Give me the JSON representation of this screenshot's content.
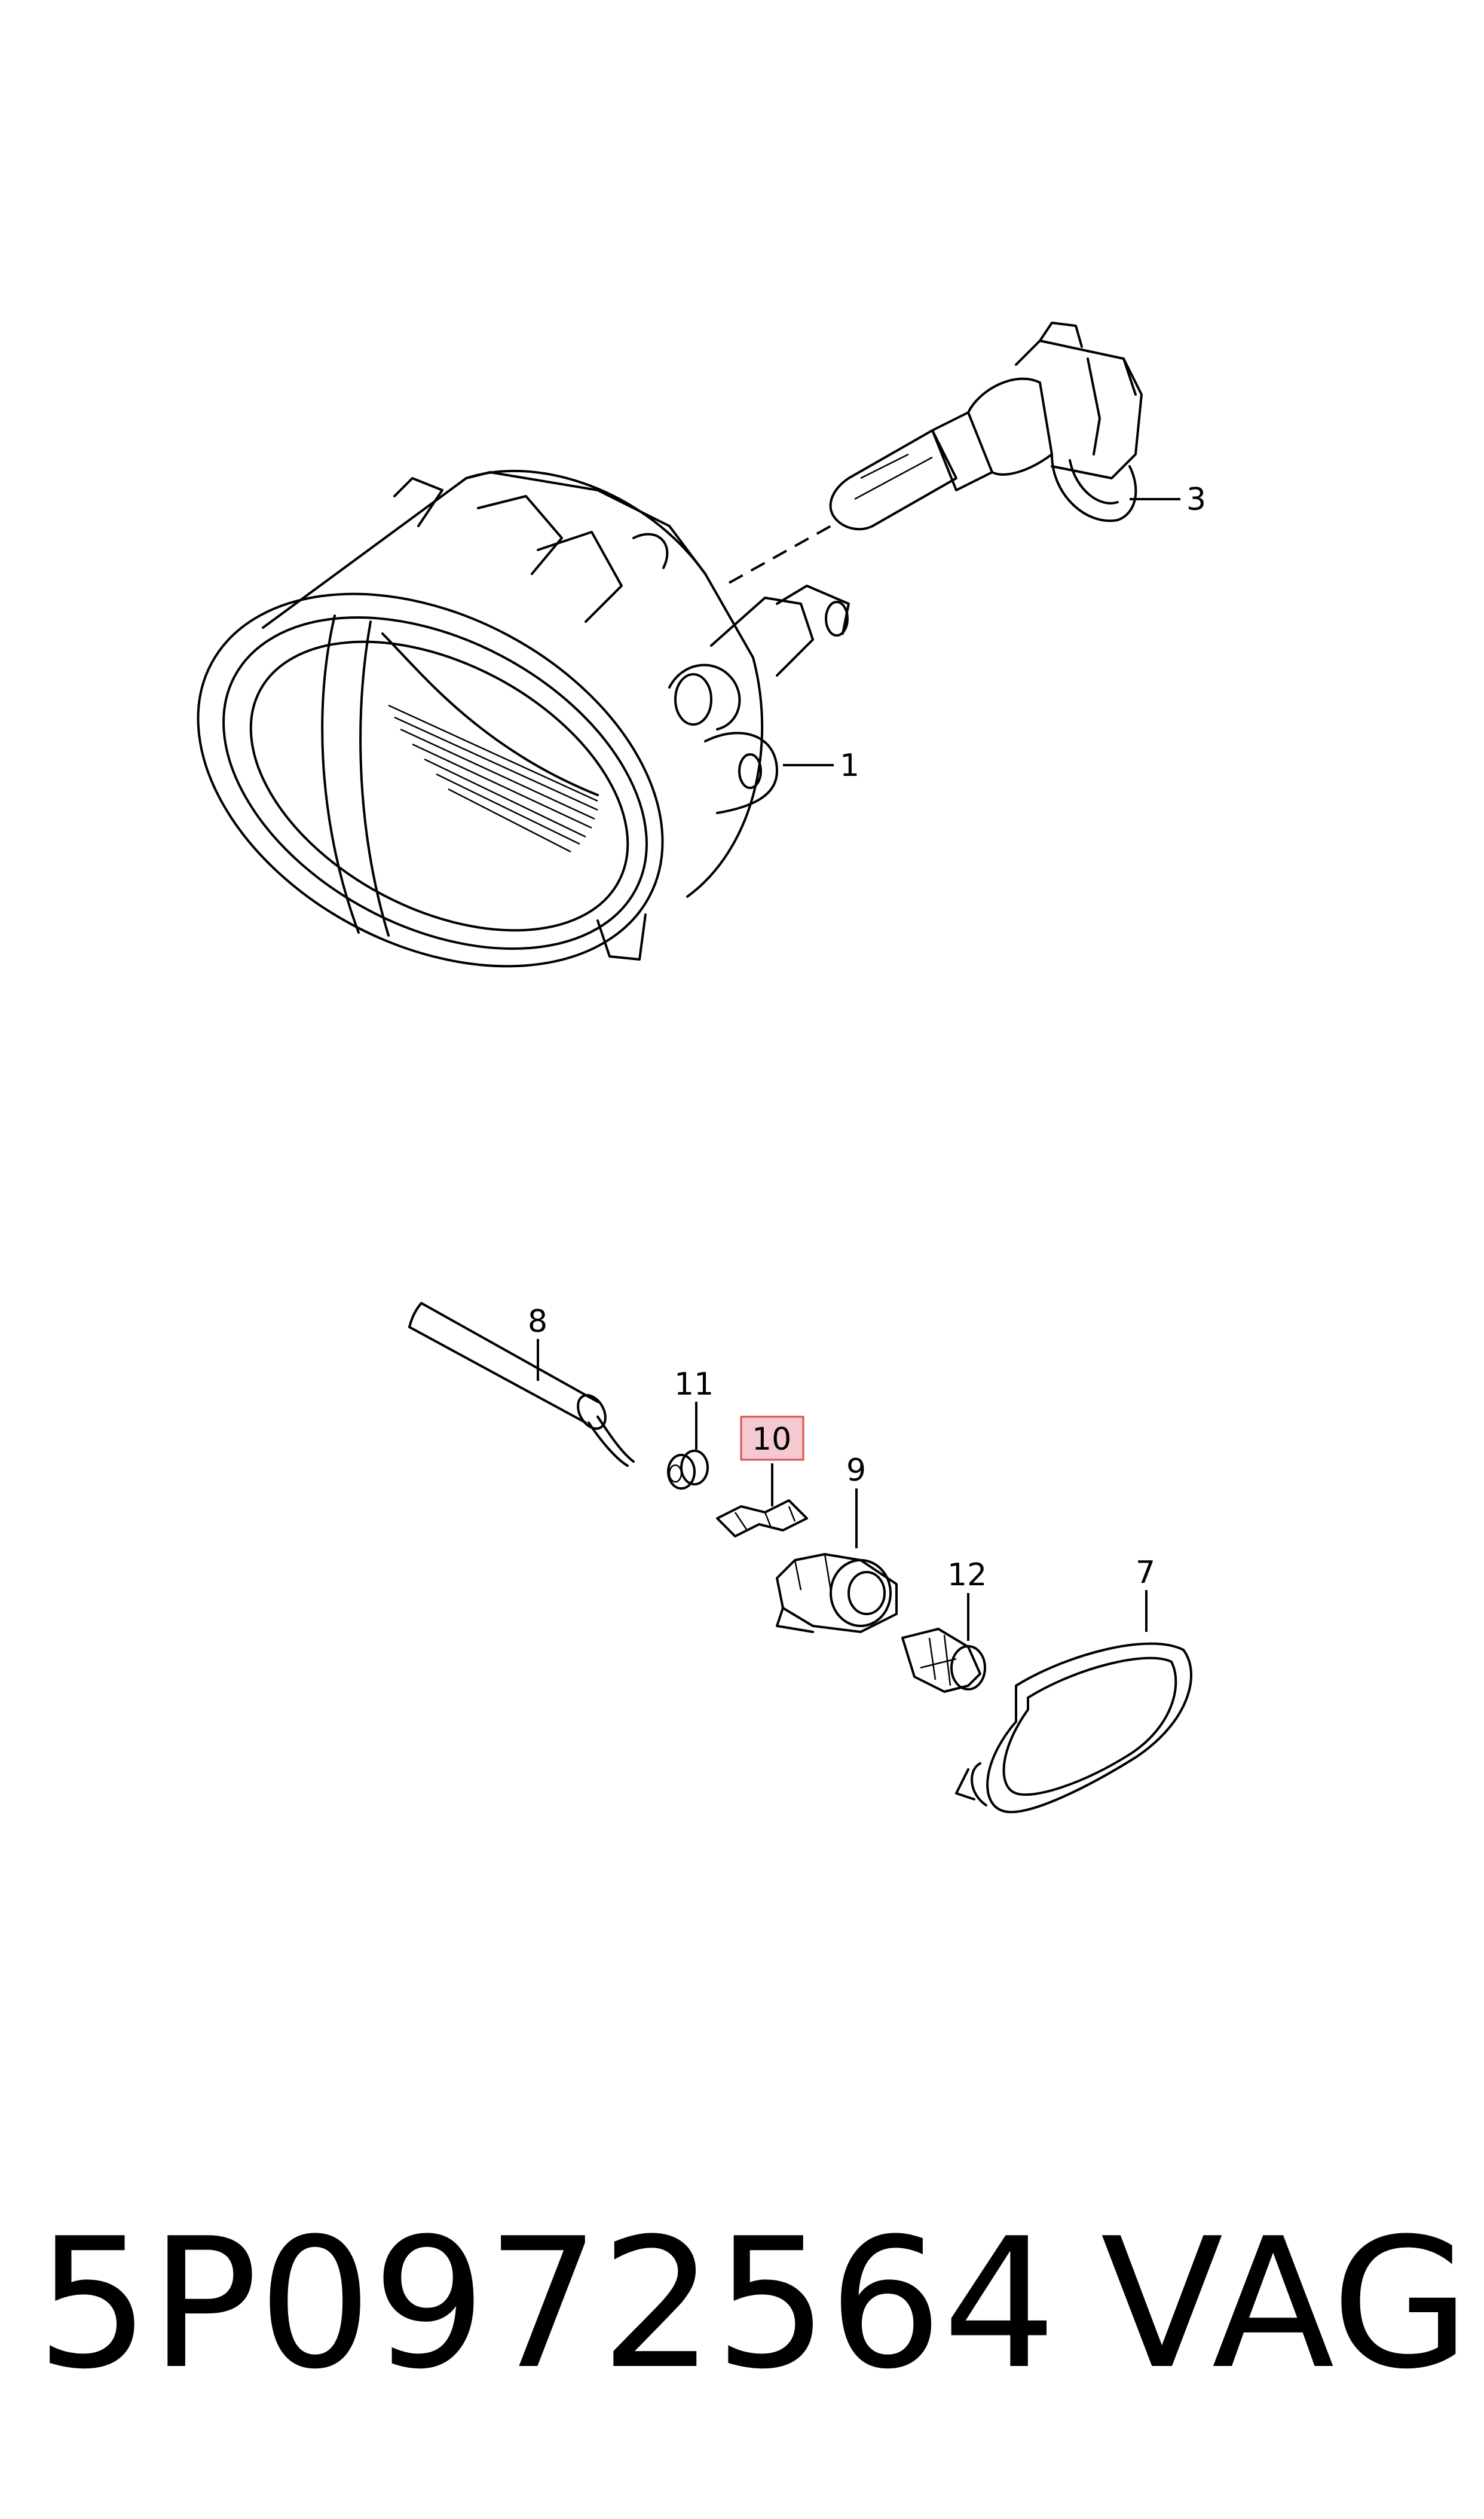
{
  "callouts": {
    "c1": "1",
    "c3": "3",
    "c7": "7",
    "c8": "8",
    "c9": "9",
    "c10": "10",
    "c11": "11",
    "c12": "12"
  },
  "highlight_color": "#f4c9d0",
  "highlight_border": "#d9534f",
  "footer": {
    "part_number": "5P0972564",
    "brand": "VAG"
  }
}
